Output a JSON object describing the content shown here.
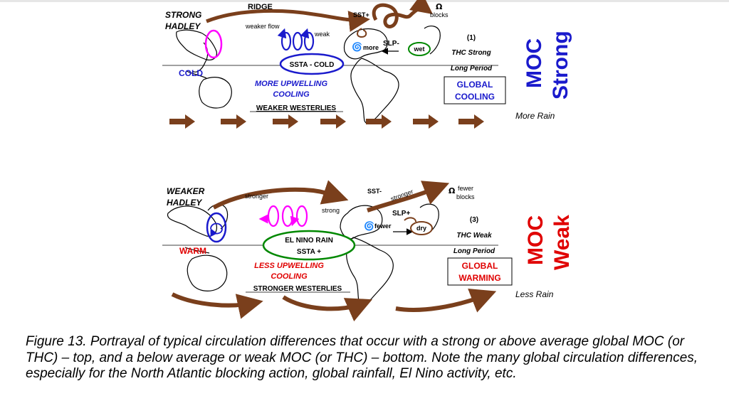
{
  "colors": {
    "brown": "#7a3f1c",
    "blue": "#1a1acc",
    "red": "#e00000",
    "magenta": "#ff00ff",
    "green": "#008800",
    "black": "#000000"
  },
  "top": {
    "left_label_1": "STRONG",
    "left_label_2": "HADLEY",
    "ridge": "RIDGE",
    "weaker_flow": "weaker flow",
    "weak": "weak",
    "sst": "SST+",
    "omega": "Ω",
    "blocks": "blocks",
    "more": "more",
    "slp": "SLP-",
    "wet": "wet",
    "panel_num": "(1)",
    "thc": "THC Strong",
    "period": "Long Period",
    "cold_west": "COLD",
    "ssta": "SSTA - COLD",
    "upwelling_1": "MORE UPWELLING",
    "upwelling_2": "COOLING",
    "westerlies": "WEAKER WESTERLIES",
    "global_1": "GLOBAL",
    "global_2": "COOLING",
    "rain": "More Rain",
    "moc_1": "MOC",
    "moc_2": "Strong"
  },
  "bottom": {
    "left_label_1": "WEAKER",
    "left_label_2": "HADLEY",
    "stronger": "stronger",
    "strong": "strong",
    "sst": "SST-",
    "stronger_2": "stronger",
    "omega": "Ω",
    "fewer_blocks_1": "fewer",
    "fewer_blocks_2": "blocks",
    "fewer": "fewer",
    "slp": "SLP+",
    "dry": "dry",
    "panel_num": "(3)",
    "thc": "THC Weak",
    "period": "Long Period",
    "warm_west": "WARM",
    "el_nino_1": "EL NINO RAIN",
    "el_nino_2": "SSTA +",
    "upwelling_1": "LESS UPWELLING",
    "upwelling_2": "COOLING",
    "westerlies": "STRONGER WESTERLIES",
    "global_1": "GLOBAL",
    "global_2": "WARMING",
    "rain": "Less Rain",
    "moc_1": "MOC",
    "moc_2": "Weak"
  },
  "caption": "Figure 13.  Portrayal of typical circulation differences that occur with a strong or above average global MOC (or THC) – top, and a below average or weak MOC (or THC) – bottom.  Note the many global circulation differences, especially for the North Atlantic blocking action, global rainfall, El Nino activity, etc."
}
